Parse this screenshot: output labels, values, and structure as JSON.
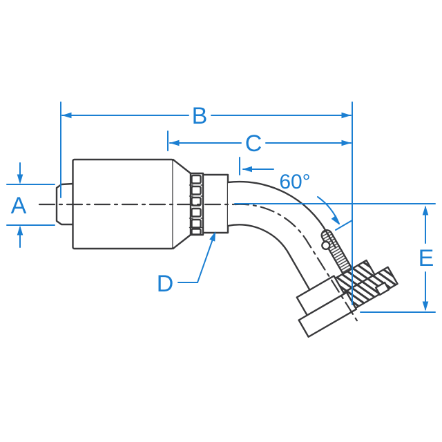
{
  "drawing": {
    "labels": {
      "A": "A",
      "B": "B",
      "C": "C",
      "D": "D",
      "E": "E",
      "angle": "60°"
    },
    "colors": {
      "dimension_blue": "#1b7fd2",
      "part_outline": "#39393b",
      "background": "#ffffff"
    }
  }
}
